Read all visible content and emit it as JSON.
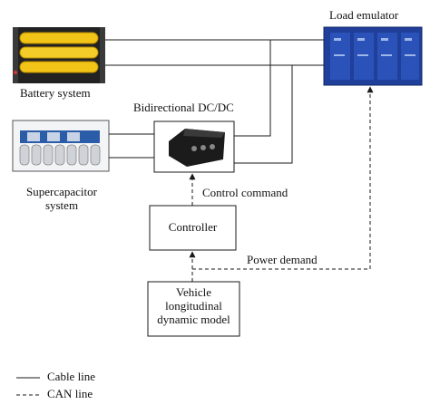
{
  "nodes": {
    "battery": {
      "label": "Battery system"
    },
    "supercap": {
      "label_line1": "Supercapacitor",
      "label_line2": "system"
    },
    "dcdc": {
      "label": "Bidirectional DC/DC"
    },
    "load": {
      "label": "Load emulator"
    },
    "controller": {
      "label": "Controller"
    },
    "model": {
      "label_line1": "Vehicle",
      "label_line2": "longitudinal",
      "label_line3": "dynamic model"
    }
  },
  "edges": {
    "control_command": "Control command",
    "power_demand": "Power demand"
  },
  "legend": {
    "cable": "Cable line",
    "can": "CAN line"
  },
  "colors": {
    "line": "#1a1a1a",
    "battery_cell": "#f2c417",
    "battery_frame": "#222222",
    "supercap_body": "#2a5ca8",
    "load_cabinet": "#1f3f9a",
    "dcdc_body": "#1b1b1b"
  }
}
